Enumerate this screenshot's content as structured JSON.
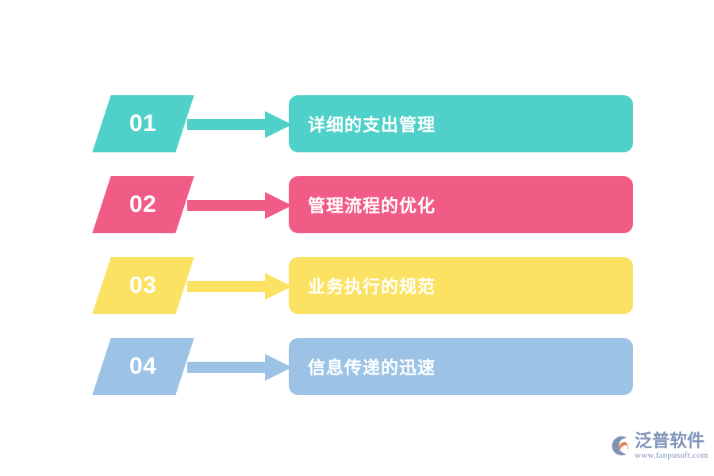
{
  "background_color": "#ffffff",
  "diagram": {
    "type": "numbered-list-flow",
    "rows": [
      {
        "number": "01",
        "label": "详细的支出管理",
        "color": "#4FD1C9",
        "arrow_icon": "arrow-right-icon"
      },
      {
        "number": "02",
        "label": "管理流程的优化",
        "color": "#F15C87",
        "arrow_icon": "arrow-right-icon"
      },
      {
        "number": "03",
        "label": "业务执行的规范",
        "color": "#FBE263",
        "arrow_icon": "arrow-right-icon"
      },
      {
        "number": "04",
        "label": "信息传递的迅速",
        "color": "#9CC3E5",
        "arrow_icon": "arrow-right-icon"
      }
    ]
  },
  "logo": {
    "mark_icon": "fanpu-swirl-logo-icon",
    "name": "泛普软件",
    "url": "www.fanpusoft.com",
    "text_color": "#8094b8",
    "accent_color": "#e08a5a"
  }
}
